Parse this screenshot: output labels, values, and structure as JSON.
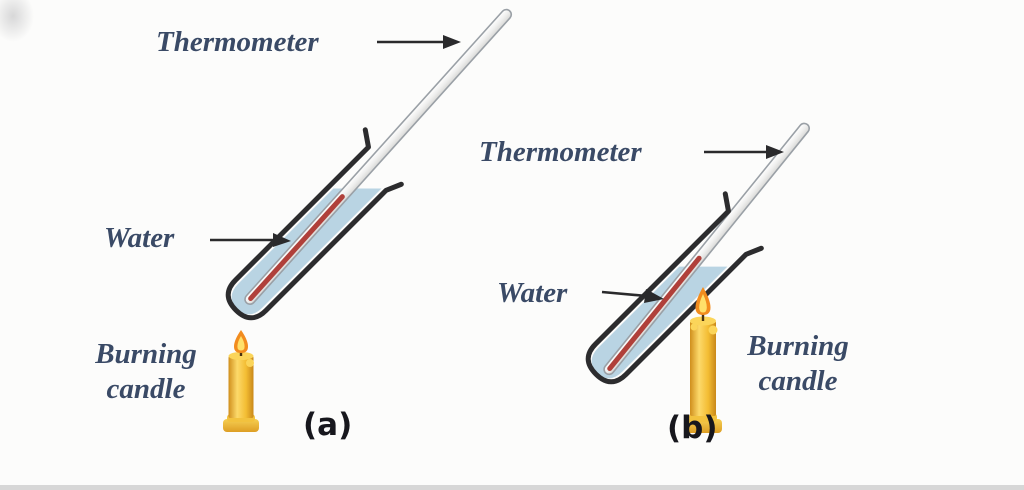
{
  "figure": {
    "description": "Heating water in a test tube with a burning candle, two arrangements"
  },
  "diagram_a": {
    "thermometer_label": "Thermometer",
    "water_label": "Water",
    "candle_label": "Burning candle",
    "caption": "(a)"
  },
  "diagram_b": {
    "thermometer_label": "Thermometer",
    "water_label": "Water",
    "candle_label": "Burning candle",
    "caption": "(b)"
  },
  "colors": {
    "water": "#b9d4e3",
    "mercury": "#b0403a",
    "tube_outline": "#2c2c2e",
    "label_text": "#3a4a66",
    "thermometer_body": "#f5f5f4",
    "thermometer_edge": "#9aa0a6",
    "candle_gold": "#f2c23e",
    "flame_outer": "#f28c1e",
    "flame_inner": "#ffe06a",
    "arrow": "#2a2a2c"
  }
}
